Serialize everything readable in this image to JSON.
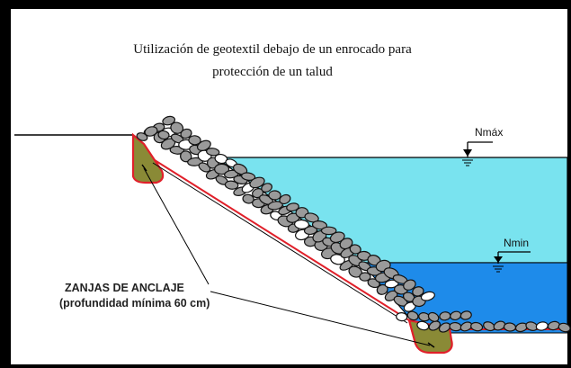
{
  "title": {
    "line1": "Utilización de geotextil debajo de un enrocado para",
    "line2": "protección de un talud"
  },
  "levels": {
    "max_label": "Nmáx",
    "min_label": "Nmin"
  },
  "anchor_label": {
    "line1": "ZANJAS DE ANCLAJE",
    "line2": "(profundidad mínima 60 cm)"
  },
  "colors": {
    "water_high": "#79E3EF",
    "water_low": "#1E8BEA",
    "geotextile": "#E0202A",
    "anchor_fill": "#8A8A36",
    "rock_fill": "#9A9A9A",
    "frame": "#000000"
  }
}
